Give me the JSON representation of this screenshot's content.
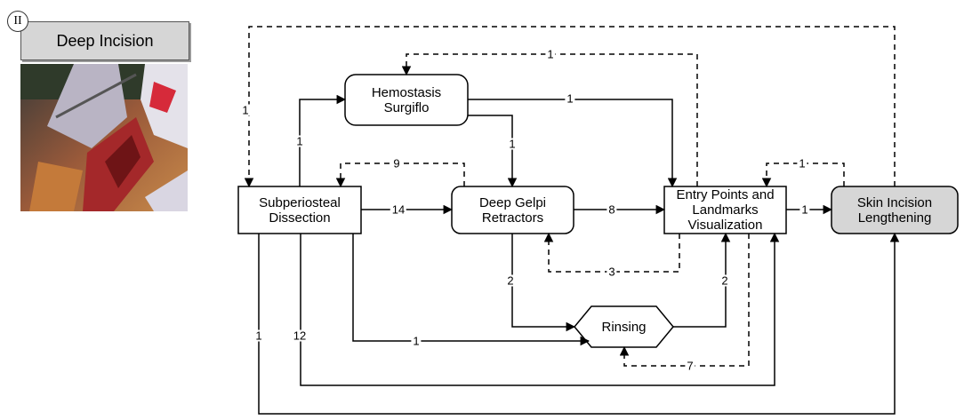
{
  "phase": {
    "badge": "II",
    "title": "Deep Incision"
  },
  "photo_alt": "surgical photo",
  "nodes": {
    "hemostasis": "Hemostasis\nSurgiflo",
    "subperiosteal": "Subperiosteal\nDissection",
    "deep_gelpi": "Deep Gelpi\nRetractors",
    "entry_points": "Entry Points and\nLandmarks\nVisualization",
    "skin_incision": "Skin Incision\nLengthening",
    "rinsing": "Rinsing"
  },
  "edges": {
    "top_loop": "1",
    "entry_to_hemo": "1",
    "subp_to_hemo": "1",
    "hemo_to_entry": "1",
    "hemo_to_gelpi": "1",
    "gelpi_to_subp": "9",
    "skin_to_entry": "1",
    "subp_to_gelpi": "14",
    "gelpi_to_entry": "8",
    "entry_to_skin": "1",
    "entry_to_gelpi": "3",
    "gelpi_to_rinsing": "2",
    "rinsing_to_entry": "2",
    "subp_to_rinsing": "1",
    "entry_to_rinsing": "7",
    "subp_to_skin": "1",
    "subp_to_entry": "12"
  },
  "colors": {
    "gray_box": "#d6d6d6",
    "line": "#000000"
  }
}
